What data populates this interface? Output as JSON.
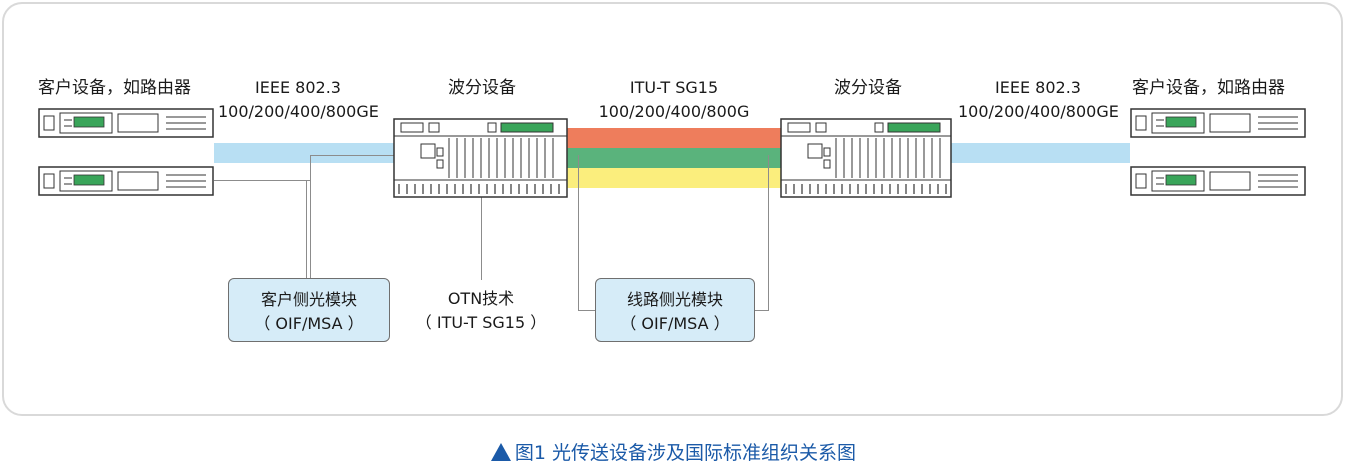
{
  "labels": {
    "client_left": "客户设备，如路由器",
    "client_right": "客户设备，如路由器",
    "ieee_left_1": "IEEE 802.3",
    "ieee_left_2": "100/200/400/800GE",
    "ieee_right_1": "IEEE 802.3",
    "ieee_right_2": "100/200/400/800GE",
    "wdm_left": "波分设备",
    "wdm_right": "波分设备",
    "itu_1": "ITU-T SG15",
    "itu_2": "100/200/400/800G",
    "otn_1": "OTN技术",
    "otn_2": "（ ITU-T SG15 ）"
  },
  "boxes": {
    "client_module_1": "客户侧光模块",
    "client_module_2": "（ OIF/MSA ）",
    "line_module_1": "线路侧光模块",
    "line_module_2": "（ OIF/MSA ）"
  },
  "colors": {
    "client_band": "#b8dff3",
    "line_red": "#ee7d5c",
    "line_green": "#5ab37c",
    "line_yellow": "#fbee7d",
    "device_green": "#3aa55a",
    "caption": "#1b5aa8"
  },
  "caption": {
    "text": "图1  光传送设备涉及国际标准组织关系图"
  }
}
